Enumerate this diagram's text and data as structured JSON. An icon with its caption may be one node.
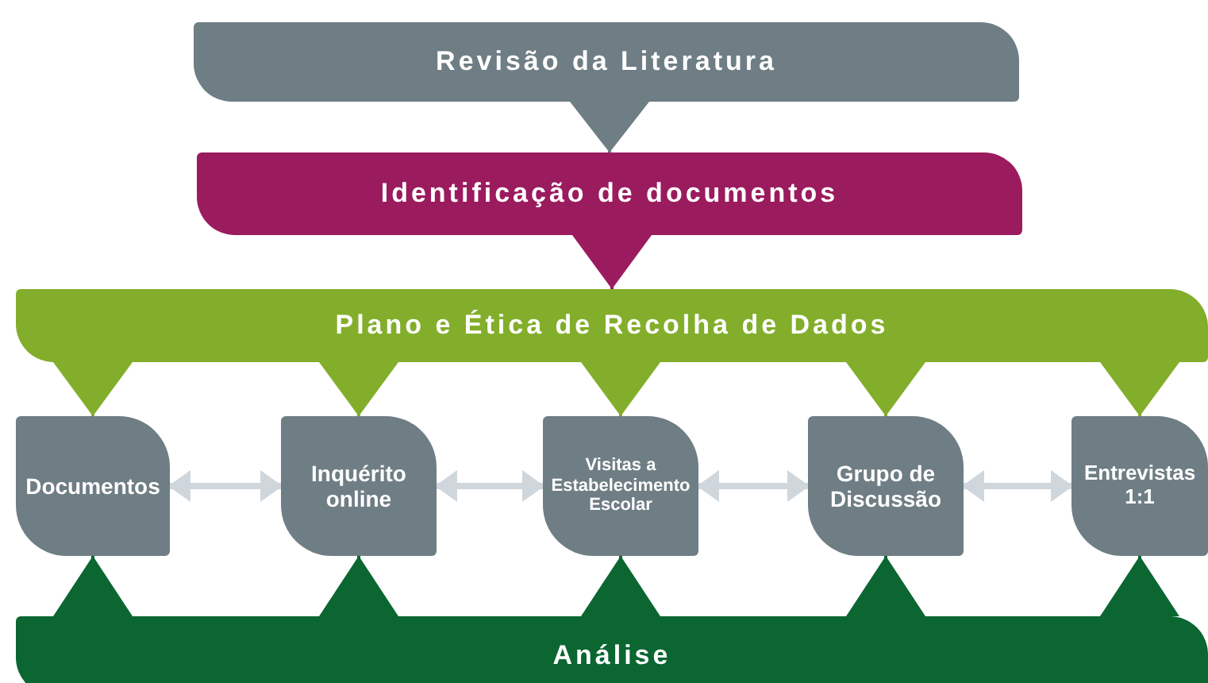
{
  "diagram": {
    "nodes": [
      {
        "text": [
          "Revisão da Literatura"
        ]
      },
      {
        "text": [
          "Identificação de documentos"
        ]
      },
      {
        "text": [
          "Plano e Ética de Recolha de Dados"
        ]
      },
      {
        "text": [
          "Documentos"
        ]
      },
      {
        "text": [
          "Inquérito online"
        ]
      },
      {
        "text": [
          "Visitas a Estabelecimento Escolar"
        ]
      },
      {
        "text": [
          "Grupo de Discussão"
        ]
      },
      {
        "text": [
          "Entrevistas 1:1"
        ]
      },
      {
        "text": [
          "Análise"
        ]
      }
    ],
    "edges": [
      {
        "from": 0,
        "to": 1,
        "arrow": "to",
        "color": "#6f7d84"
      },
      {
        "from": 1,
        "to": 2,
        "arrow": "to",
        "color": "#9b1b5f"
      },
      {
        "from": 2,
        "to": 3,
        "arrow": "to"
      },
      {
        "from": 2,
        "to": 4,
        "arrow": "to"
      },
      {
        "from": 2,
        "to": 5,
        "arrow": "to"
      },
      {
        "from": 2,
        "to": 6,
        "arrow": "to"
      },
      {
        "from": 2,
        "to": 7,
        "arrow": "to"
      },
      {
        "from": 3,
        "to": 4,
        "arrow": "both",
        "style": "thick",
        "color": "#cfd6dc"
      },
      {
        "from": 4,
        "to": 5,
        "arrow": "both",
        "style": "thick",
        "color": "#cfd6dc"
      },
      {
        "from": 5,
        "to": 6,
        "arrow": "both",
        "style": "thick",
        "color": "#cfd6dc"
      },
      {
        "from": 6,
        "to": 7,
        "arrow": "both",
        "style": "thick",
        "color": "#cfd6dc"
      },
      {
        "from": 8,
        "to": 3,
        "arrow": "to",
        "color": "#0b6632"
      },
      {
        "from": 8,
        "to": 4,
        "arrow": "to",
        "color": "#0b6632"
      },
      {
        "from": 8,
        "to": 5,
        "arrow": "to",
        "color": "#0b6632"
      },
      {
        "from": 8,
        "to": 6,
        "arrow": "to",
        "color": "#0b6632"
      },
      {
        "from": 8,
        "to": 7,
        "arrow": "to",
        "color": "#0b6632"
      }
    ]
  }
}
